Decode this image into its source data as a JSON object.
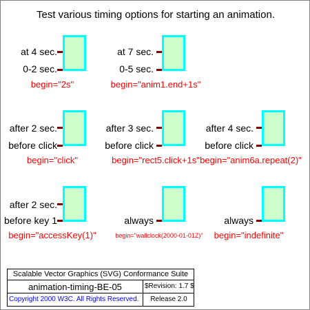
{
  "title": "Test various timing options for starting an animation.",
  "rows": [
    [
      {
        "top_label": "at 4 sec.",
        "bottom_label": "0-2 sec.",
        "begin": "begin=\"2s\""
      },
      {
        "top_label": "at 7 sec.",
        "bottom_label": "0-5 sec.",
        "begin": "begin=\"anim1.end+1s\""
      }
    ],
    [
      {
        "top_label": "after 2 sec.",
        "bottom_label": "before click",
        "begin": "begin=\"click\""
      },
      {
        "top_label": "after 3 sec.",
        "bottom_label": "before click",
        "begin": "begin=\"rect5.click+1s\""
      },
      {
        "top_label": "after 4 sec.",
        "bottom_label": "before click",
        "begin": "begin=\"anim6a.repeat(2)\""
      }
    ],
    [
      {
        "top_label": "after 2 sec.",
        "bottom_label": "before key 1",
        "begin": "begin=\"accessKey(1)\""
      },
      {
        "top_label": "",
        "bottom_label": "always",
        "begin": "begin=\"wallclock(2000-01-01Z)\""
      },
      {
        "top_label": "",
        "bottom_label": "always",
        "begin": "begin=\"indefinite\""
      }
    ]
  ],
  "legend": {
    "suite": "Scalable Vector Graphics (SVG) Conformance Suite",
    "test_name": "animation-timing-BE-05",
    "revision": "$Revision: 1.7 $",
    "copyright": "Copyright 2000 W3C. All Rights Reserved.",
    "release": "Release 2.0"
  },
  "colors": {
    "rect_fill": "#ccffcc",
    "rect_stroke": "#00ffff",
    "tick": "#800000",
    "begin_text": "#ff0000",
    "copyright_text": "#0000ff"
  }
}
